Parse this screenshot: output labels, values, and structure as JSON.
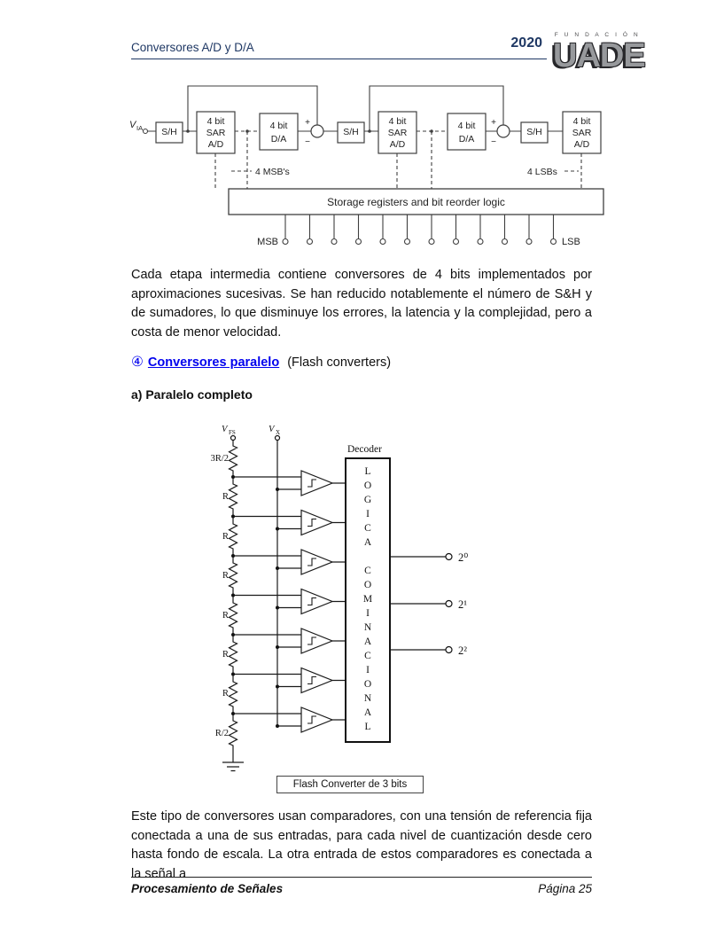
{
  "header": {
    "doc_title": "Conversores A/D y D/A",
    "year": "2020",
    "logo": {
      "top": "F U N D A C I Ó N",
      "name": "UADE"
    }
  },
  "pipeline": {
    "vin_main": "V",
    "vin_sub": "IA",
    "sh": "S/H",
    "sar_l1": "4 bit",
    "sar_l2": "SAR",
    "sar_l3": "A/D",
    "da_l1": "4 bit",
    "da_l2": "D/A",
    "plus": "+",
    "minus": "−",
    "msbs": "4 MSB's",
    "lsbs": "4 LSBs",
    "storage": "Storage registers and bit reorder logic",
    "msb": "MSB",
    "lsb": "LSB"
  },
  "para1": "Cada etapa intermedia contiene conversores de 4 bits implementados por aproximaciones sucesivas. Se han reducido notablemente el número de S&H y de sumadores, lo que disminuye los errores, la latencia y la complejidad, pero a costa de menor velocidad.",
  "section4": {
    "bullet": "④",
    "link": "Conversores paralelo",
    "rest": "(Flash converters)"
  },
  "sub_a": "a) Paralelo completo",
  "flash": {
    "vref_main": "V",
    "vref_sub": "FS",
    "vx_main": "V",
    "vx_sub": "X",
    "decoder": "Decoder",
    "resistors": [
      "3R/2",
      "R",
      "R",
      "R",
      "R",
      "R",
      "R",
      "R/2"
    ],
    "logic_block": "L\nO\nG\nI\nC\nA\n\nC\nO\nM\nI\nN\nA\nC\nI\nO\nN\nA\nL",
    "outputs": [
      "2⁰",
      "2¹",
      "2²"
    ],
    "caption": "Flash Converter de 3 bits"
  },
  "para2": "Este tipo de conversores usan comparadores, con una tensión de referencia fija conectada a una de sus entradas, para cada nivel de cuantización desde cero hasta fondo de escala. La otra entrada de estos comparadores es conectada a la señal a",
  "footer": {
    "left": "Procesamiento de Señales",
    "right": "Página 25"
  }
}
